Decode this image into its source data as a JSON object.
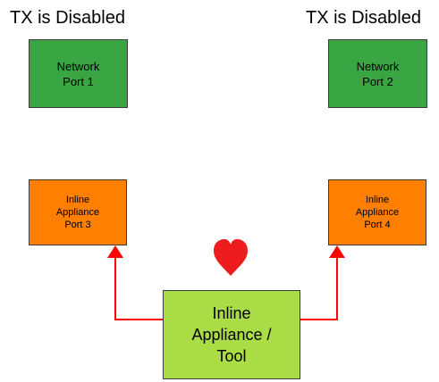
{
  "status_labels": {
    "left": "TX is Disabled",
    "right": "TX is Disabled"
  },
  "nodes": {
    "network_port_1": {
      "lines": [
        "Network",
        "Port 1"
      ]
    },
    "network_port_2": {
      "lines": [
        "Network",
        "Port 2"
      ]
    },
    "appliance_port_3": {
      "lines": [
        "Inline",
        "Appliance",
        "Port 3"
      ]
    },
    "appliance_port_4": {
      "lines": [
        "Inline",
        "Appliance",
        "Port 4"
      ]
    },
    "appliance_tool": {
      "lines": [
        "Inline",
        "Appliance /",
        "Tool"
      ]
    }
  },
  "colors": {
    "network_fill": "#3aa643",
    "appliance_port_fill": "#ff7f00",
    "tool_fill": "#a9dc45",
    "connector": "#ff0000",
    "heart": "#ee1c1c"
  },
  "icons": {
    "heart": "heart-icon"
  }
}
